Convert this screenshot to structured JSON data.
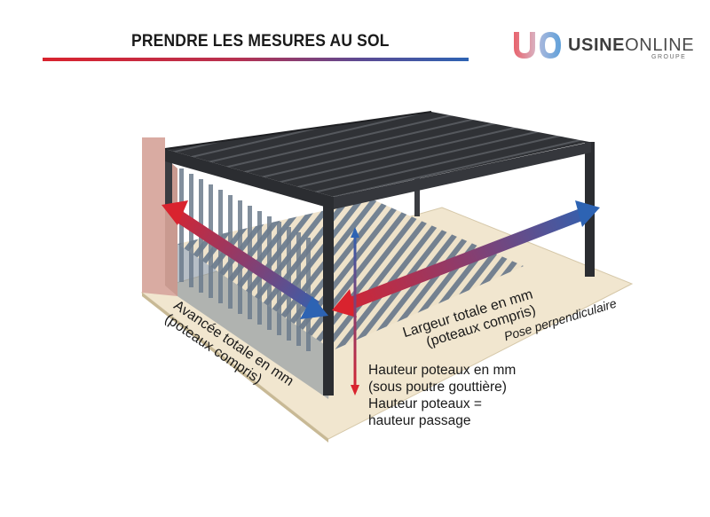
{
  "title": "PRENDRE LES MESURES AU SOL",
  "logo": {
    "monogram": "UO",
    "name_bold": "USINE",
    "name_light": "ONLINE",
    "subtitle": "GROUPE"
  },
  "labels": {
    "avancee_line1": "Avancée totale en mm",
    "avancee_line2": "(poteaux compris)",
    "largeur_line1": "Largeur totale en mm",
    "largeur_line2": "(poteaux compris)",
    "pose": "Pose perpendiculaire",
    "hauteur_line1": "Hauteur poteaux en mm",
    "hauteur_line2": "(sous poutre gouttière)",
    "hauteur_line3": "Hauteur poteaux =",
    "hauteur_line4": "hauteur passage"
  },
  "colors": {
    "arrow_red": "#d9232e",
    "arrow_blue": "#2d63b3",
    "wall": "#d9aba2",
    "floor": "#f1e6cf",
    "frame": "#2b2d31",
    "shadow": "#6e7d8e"
  }
}
